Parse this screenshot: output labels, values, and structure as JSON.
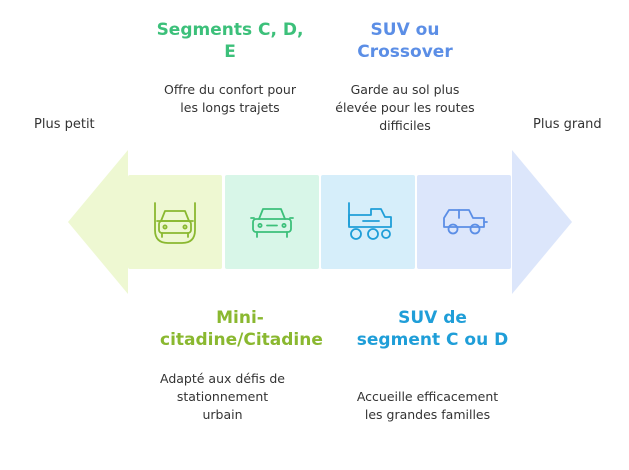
{
  "scale": {
    "left_label": "Plus petit",
    "right_label": "Plus grand"
  },
  "categories": [
    {
      "title": "Mini-citadine/Citadine",
      "description": "Adapté aux défis de stationnement urbain",
      "icon": "car-front-icon",
      "color": "#8ab830",
      "fill": "#eef8d2"
    },
    {
      "title": "Segments C, D, E",
      "description": "Offre du confort pour les longs trajets",
      "icon": "car-icon",
      "color": "#3cc07a",
      "fill": "#d8f6e8"
    },
    {
      "title": "SUV de segment C ou D",
      "description": "Accueille efficacement les grandes familles",
      "icon": "tractor-truck-icon",
      "color": "#1f9ed8",
      "fill": "#d6eefa"
    },
    {
      "title": "SUV ou Crossover",
      "description": "Garde au sol plus élevée pour les routes difficiles",
      "icon": "jeep-icon",
      "color": "#5b8ee6",
      "fill": "#dce6fb"
    }
  ]
}
